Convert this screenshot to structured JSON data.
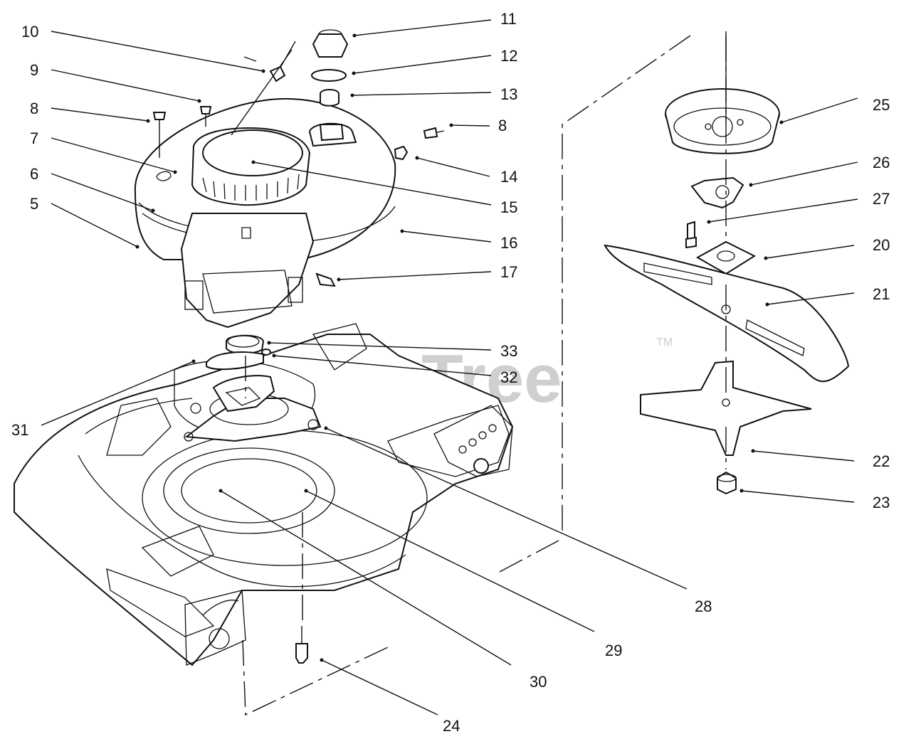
{
  "watermark": {
    "text": "PartsTree",
    "trademark": "TM"
  },
  "callouts": [
    {
      "id": "c10",
      "label": "10"
    },
    {
      "id": "c9",
      "label": "9"
    },
    {
      "id": "c8a",
      "label": "8"
    },
    {
      "id": "c7",
      "label": "7"
    },
    {
      "id": "c6",
      "label": "6"
    },
    {
      "id": "c5",
      "label": "5"
    },
    {
      "id": "c11",
      "label": "11"
    },
    {
      "id": "c12",
      "label": "12"
    },
    {
      "id": "c13",
      "label": "13"
    },
    {
      "id": "c8b",
      "label": "8"
    },
    {
      "id": "c14",
      "label": "14"
    },
    {
      "id": "c15",
      "label": "15"
    },
    {
      "id": "c16",
      "label": "16"
    },
    {
      "id": "c17",
      "label": "17"
    },
    {
      "id": "c33",
      "label": "33"
    },
    {
      "id": "c32",
      "label": "32"
    },
    {
      "id": "c31",
      "label": "31"
    },
    {
      "id": "c25",
      "label": "25"
    },
    {
      "id": "c26",
      "label": "26"
    },
    {
      "id": "c27",
      "label": "27"
    },
    {
      "id": "c20",
      "label": "20"
    },
    {
      "id": "c21",
      "label": "21"
    },
    {
      "id": "c22",
      "label": "22"
    },
    {
      "id": "c23",
      "label": "23"
    },
    {
      "id": "c28",
      "label": "28"
    },
    {
      "id": "c29",
      "label": "29"
    },
    {
      "id": "c30",
      "label": "30"
    },
    {
      "id": "c24",
      "label": "24"
    }
  ]
}
